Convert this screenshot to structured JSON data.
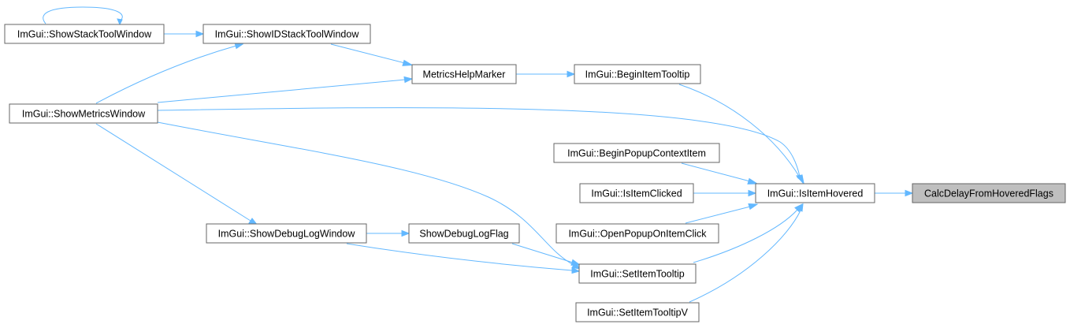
{
  "graph": {
    "root": "CalcDelayFromHoveredFlags",
    "nodes": [
      {
        "id": "n_showstack",
        "label": "ImGui::ShowStackToolWindow"
      },
      {
        "id": "n_showidstack",
        "label": "ImGui::ShowIDStackToolWindow"
      },
      {
        "id": "n_metricshelp",
        "label": "MetricsHelpMarker"
      },
      {
        "id": "n_beginitemtip",
        "label": "ImGui::BeginItemTooltip"
      },
      {
        "id": "n_showmetrics",
        "label": "ImGui::ShowMetricsWindow"
      },
      {
        "id": "n_beginpopupctx",
        "label": "ImGui::BeginPopupContextItem"
      },
      {
        "id": "n_isitemclicked",
        "label": "ImGui::IsItemClicked"
      },
      {
        "id": "n_isitemhovered",
        "label": "ImGui::IsItemHovered"
      },
      {
        "id": "n_calcdelay",
        "label": "CalcDelayFromHoveredFlags"
      },
      {
        "id": "n_openpopup",
        "label": "ImGui::OpenPopupOnItemClick"
      },
      {
        "id": "n_showdebuglog",
        "label": "ImGui::ShowDebugLogWindow"
      },
      {
        "id": "n_showdebugflag",
        "label": "ShowDebugLogFlag"
      },
      {
        "id": "n_setitemtip",
        "label": "ImGui::SetItemTooltip"
      },
      {
        "id": "n_setitemtipv",
        "label": "ImGui::SetItemTooltipV"
      }
    ],
    "edges": [
      {
        "from": "n_showstack",
        "to": "n_showstack"
      },
      {
        "from": "n_showstack",
        "to": "n_showidstack"
      },
      {
        "from": "n_showidstack",
        "to": "n_metricshelp"
      },
      {
        "from": "n_showmetrics",
        "to": "n_showidstack"
      },
      {
        "from": "n_showmetrics",
        "to": "n_metricshelp"
      },
      {
        "from": "n_metricshelp",
        "to": "n_beginitemtip"
      },
      {
        "from": "n_beginitemtip",
        "to": "n_isitemhovered"
      },
      {
        "from": "n_showmetrics",
        "to": "n_isitemhovered"
      },
      {
        "from": "n_showmetrics",
        "to": "n_showdebuglog"
      },
      {
        "from": "n_showmetrics",
        "to": "n_setitemtip"
      },
      {
        "from": "n_beginpopupctx",
        "to": "n_isitemhovered"
      },
      {
        "from": "n_isitemclicked",
        "to": "n_isitemhovered"
      },
      {
        "from": "n_openpopup",
        "to": "n_isitemhovered"
      },
      {
        "from": "n_isitemhovered",
        "to": "n_calcdelay"
      },
      {
        "from": "n_showdebuglog",
        "to": "n_showdebugflag"
      },
      {
        "from": "n_showdebuglog",
        "to": "n_setitemtip"
      },
      {
        "from": "n_showdebugflag",
        "to": "n_setitemtip"
      },
      {
        "from": "n_setitemtip",
        "to": "n_isitemhovered"
      },
      {
        "from": "n_setitemtipv",
        "to": "n_isitemhovered"
      }
    ]
  }
}
